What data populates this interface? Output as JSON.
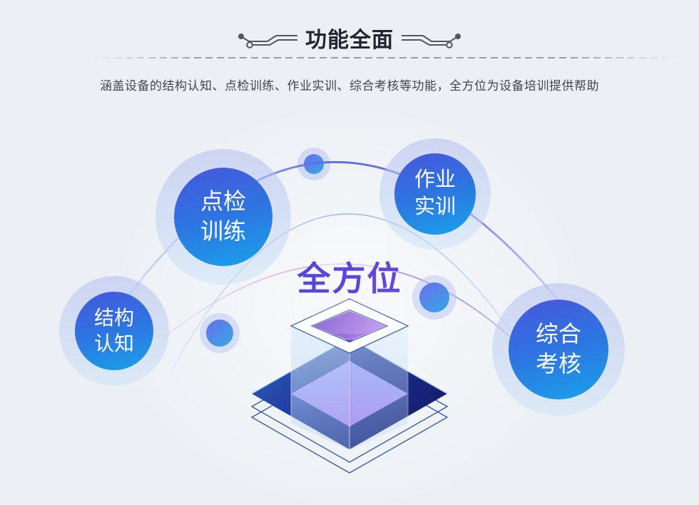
{
  "header": {
    "title": "功能全面",
    "subtitle": "涵盖设备的结构认知、点检训练、作业实训、综合考核等功能，全方位为设备培训提供帮助"
  },
  "diagram": {
    "center_label": "全方位",
    "bubbles": [
      {
        "name": "spot-check-training",
        "lines": [
          "点检",
          "训练"
        ]
      },
      {
        "name": "operation-training",
        "lines": [
          "作业",
          "实训"
        ]
      },
      {
        "name": "structure-cognition",
        "lines": [
          "结构",
          "认知"
        ]
      },
      {
        "name": "comprehensive-assessment",
        "lines": [
          "综合",
          "考核"
        ]
      }
    ]
  },
  "colors": {
    "background": "#ecf0f4",
    "title_text": "#22262c",
    "subtitle_text": "#41464d",
    "bubble_gradient_top": "#4856dc",
    "bubble_gradient_bottom": "#18a3ea",
    "bubble_halo": "#c3cdf0",
    "center_label_gradient_left": "#3947de",
    "center_label_gradient_right": "#7e45e5",
    "platform_navy": "#17256f",
    "cube_glass": "#cfe4fa",
    "cube_glow_purple": "#a97ef2",
    "arc_violet": "#5864e6"
  }
}
